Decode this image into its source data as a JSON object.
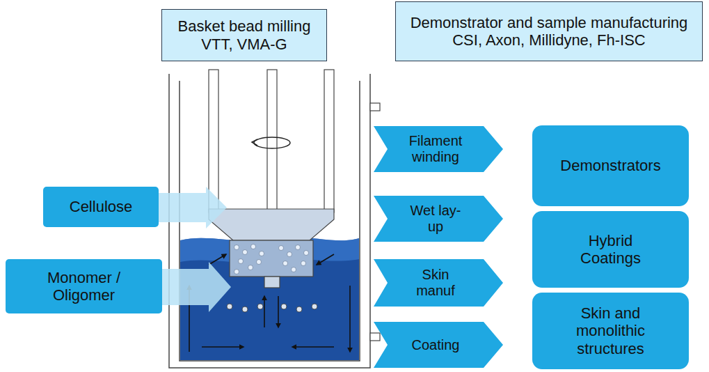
{
  "diagram": {
    "nodes": [
      {
        "text": [
          "Basket bead milling",
          "VTT, VMA-G"
        ]
      },
      {
        "text": [
          "Demonstrator and sample manufacturing",
          "CSI, Axon, Millidyne, Fh-ISC"
        ]
      },
      {
        "text": [
          "Cellulose"
        ]
      },
      {
        "text": [
          "Monomer / Oligomer"
        ]
      },
      {
        "text": [
          "Filament winding"
        ]
      },
      {
        "text": [
          "Wet lay-up"
        ]
      },
      {
        "text": [
          "Skin manuf"
        ]
      },
      {
        "text": [
          "Coating"
        ]
      },
      {
        "text": [
          "Demonstrators"
        ]
      },
      {
        "text": [
          "Hybrid Coatings"
        ]
      },
      {
        "text": [
          "Skin and monolithic structures"
        ]
      }
    ]
  }
}
